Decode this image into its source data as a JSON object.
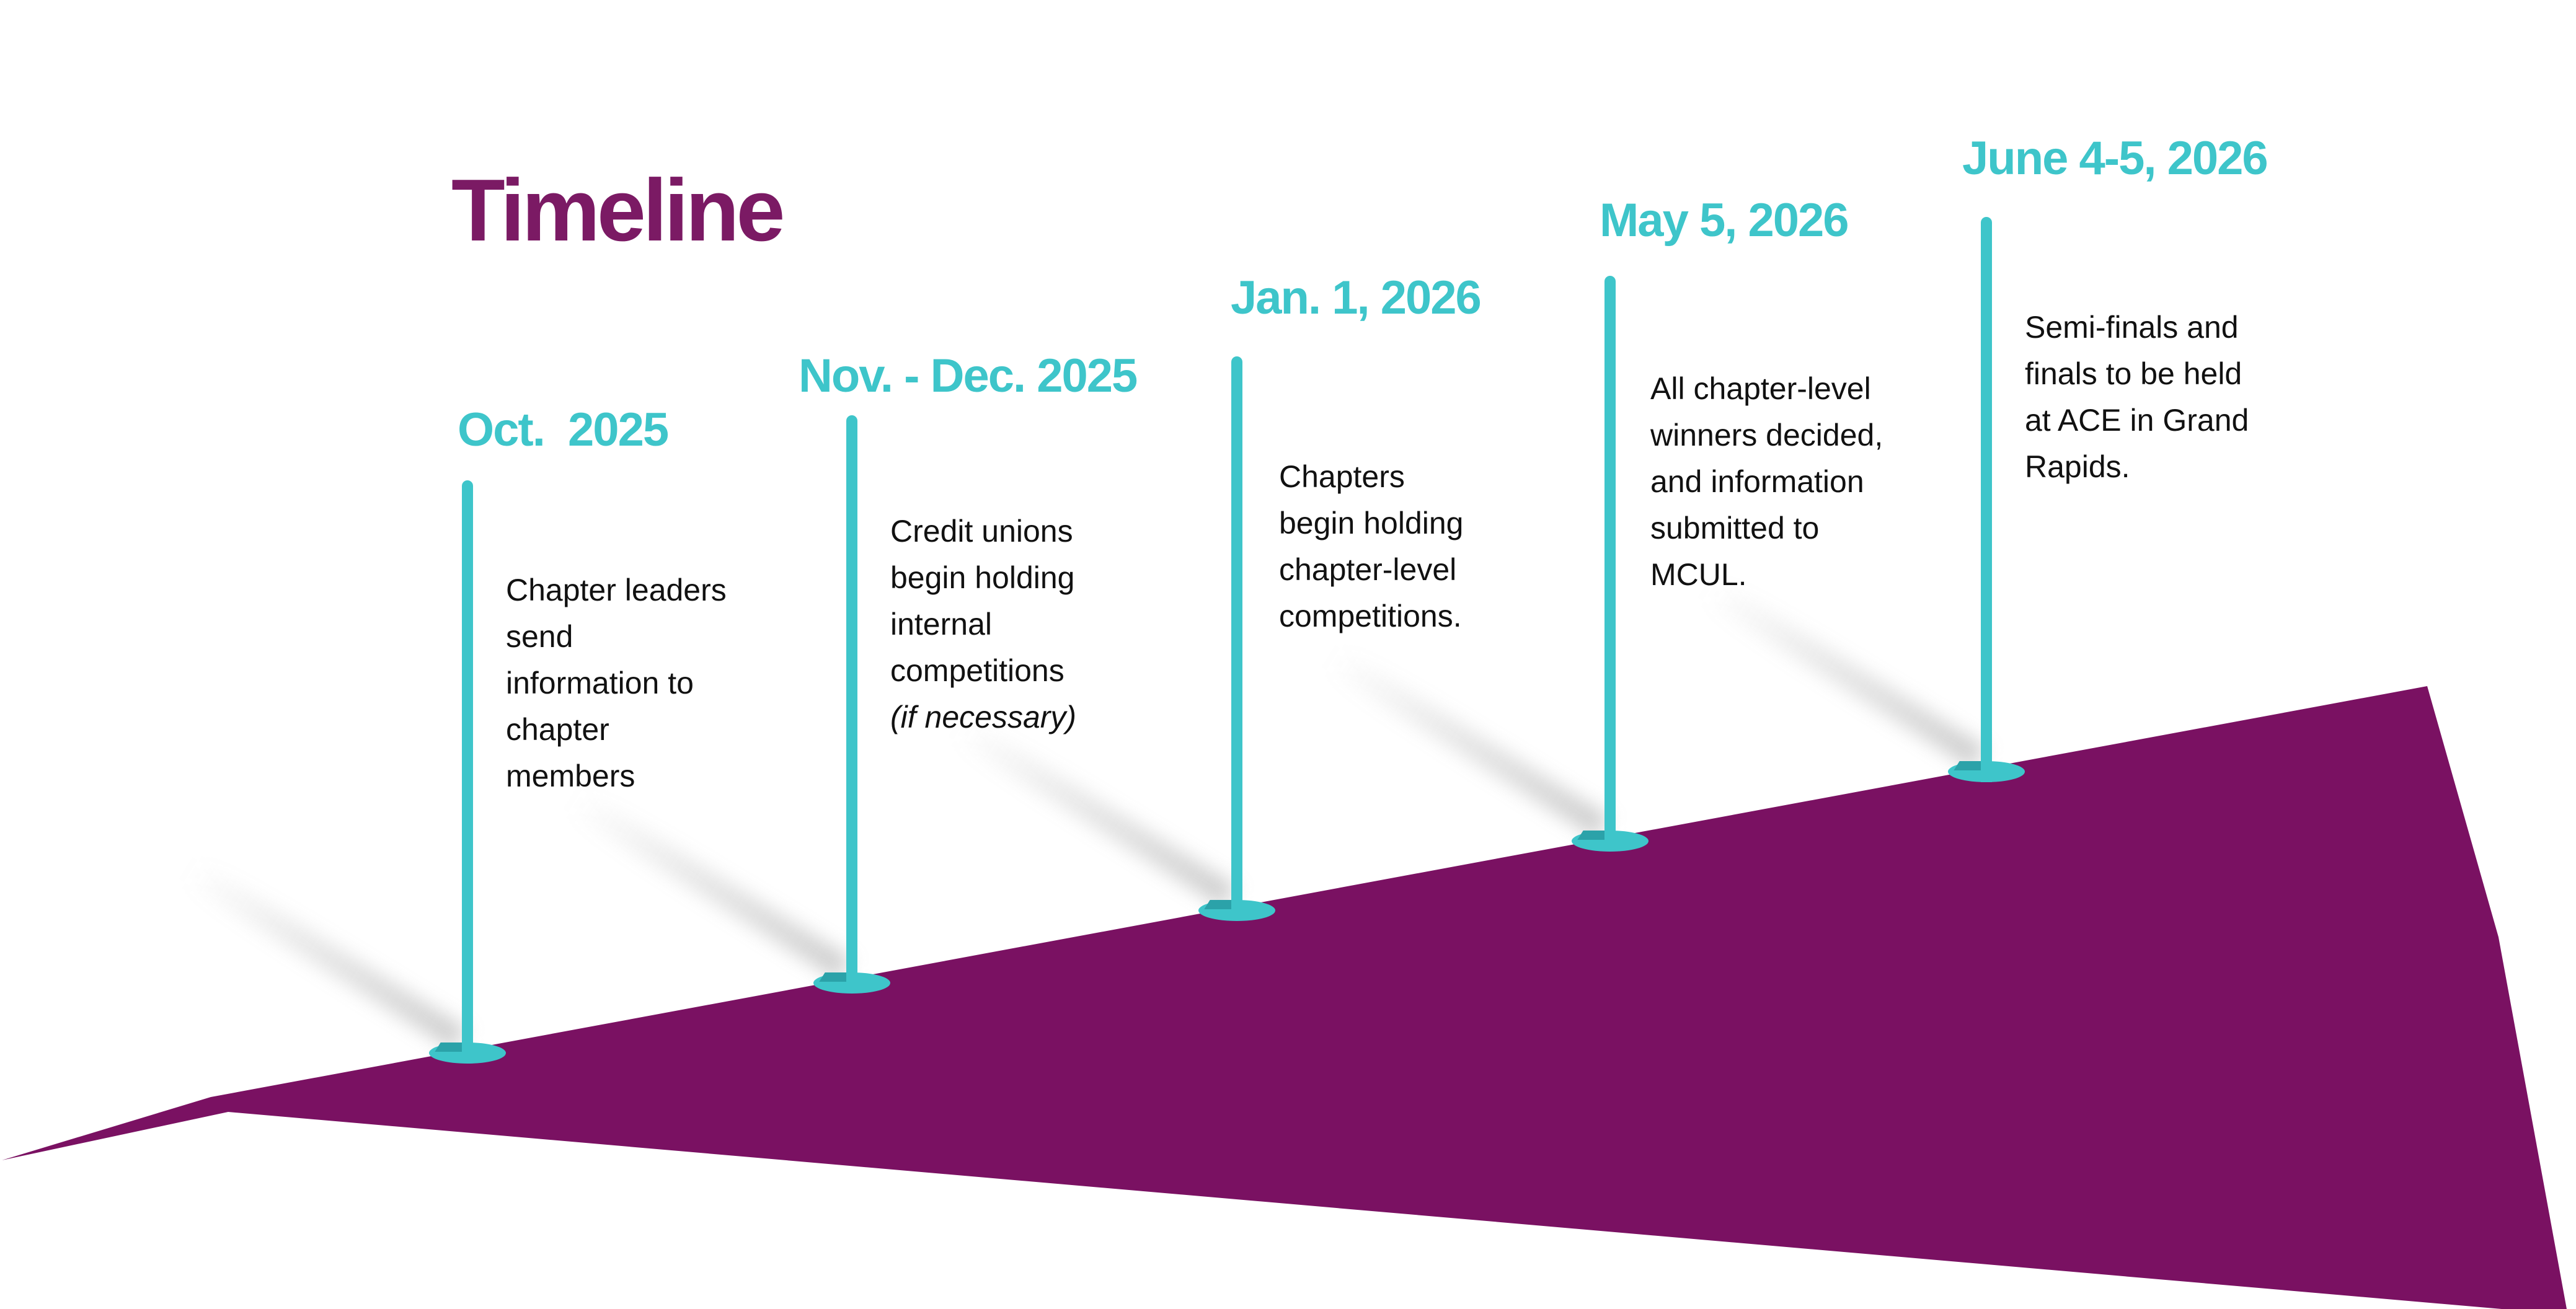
{
  "title": "Timeline",
  "colors": {
    "teal": "#3EC5CA",
    "teal_dark": "#2BA2A9",
    "purple": "#7A1162",
    "title_purple": "#7B1A64",
    "text": "#111111"
  },
  "milestones": [
    {
      "date": "Oct.  2025",
      "description": "Chapter leaders\nsend\ninformation to\nchapter\nmembers",
      "note": ""
    },
    {
      "date": "Nov. - Dec. 2025",
      "description": "Credit unions\nbegin holding\ninternal\ncompetitions",
      "note": "(if necessary)"
    },
    {
      "date": "Jan. 1, 2026",
      "description": "Chapters\nbegin holding\nchapter-level\ncompetitions.",
      "note": ""
    },
    {
      "date": "May 5, 2026",
      "description": "All chapter-level\nwinners decided,\nand information\nsubmitted to\nMCUL.",
      "note": ""
    },
    {
      "date": "June 4-5, 2026",
      "description": "Semi-finals and\nfinals to be held\nat ACE in Grand\nRapids.",
      "note": ""
    }
  ]
}
